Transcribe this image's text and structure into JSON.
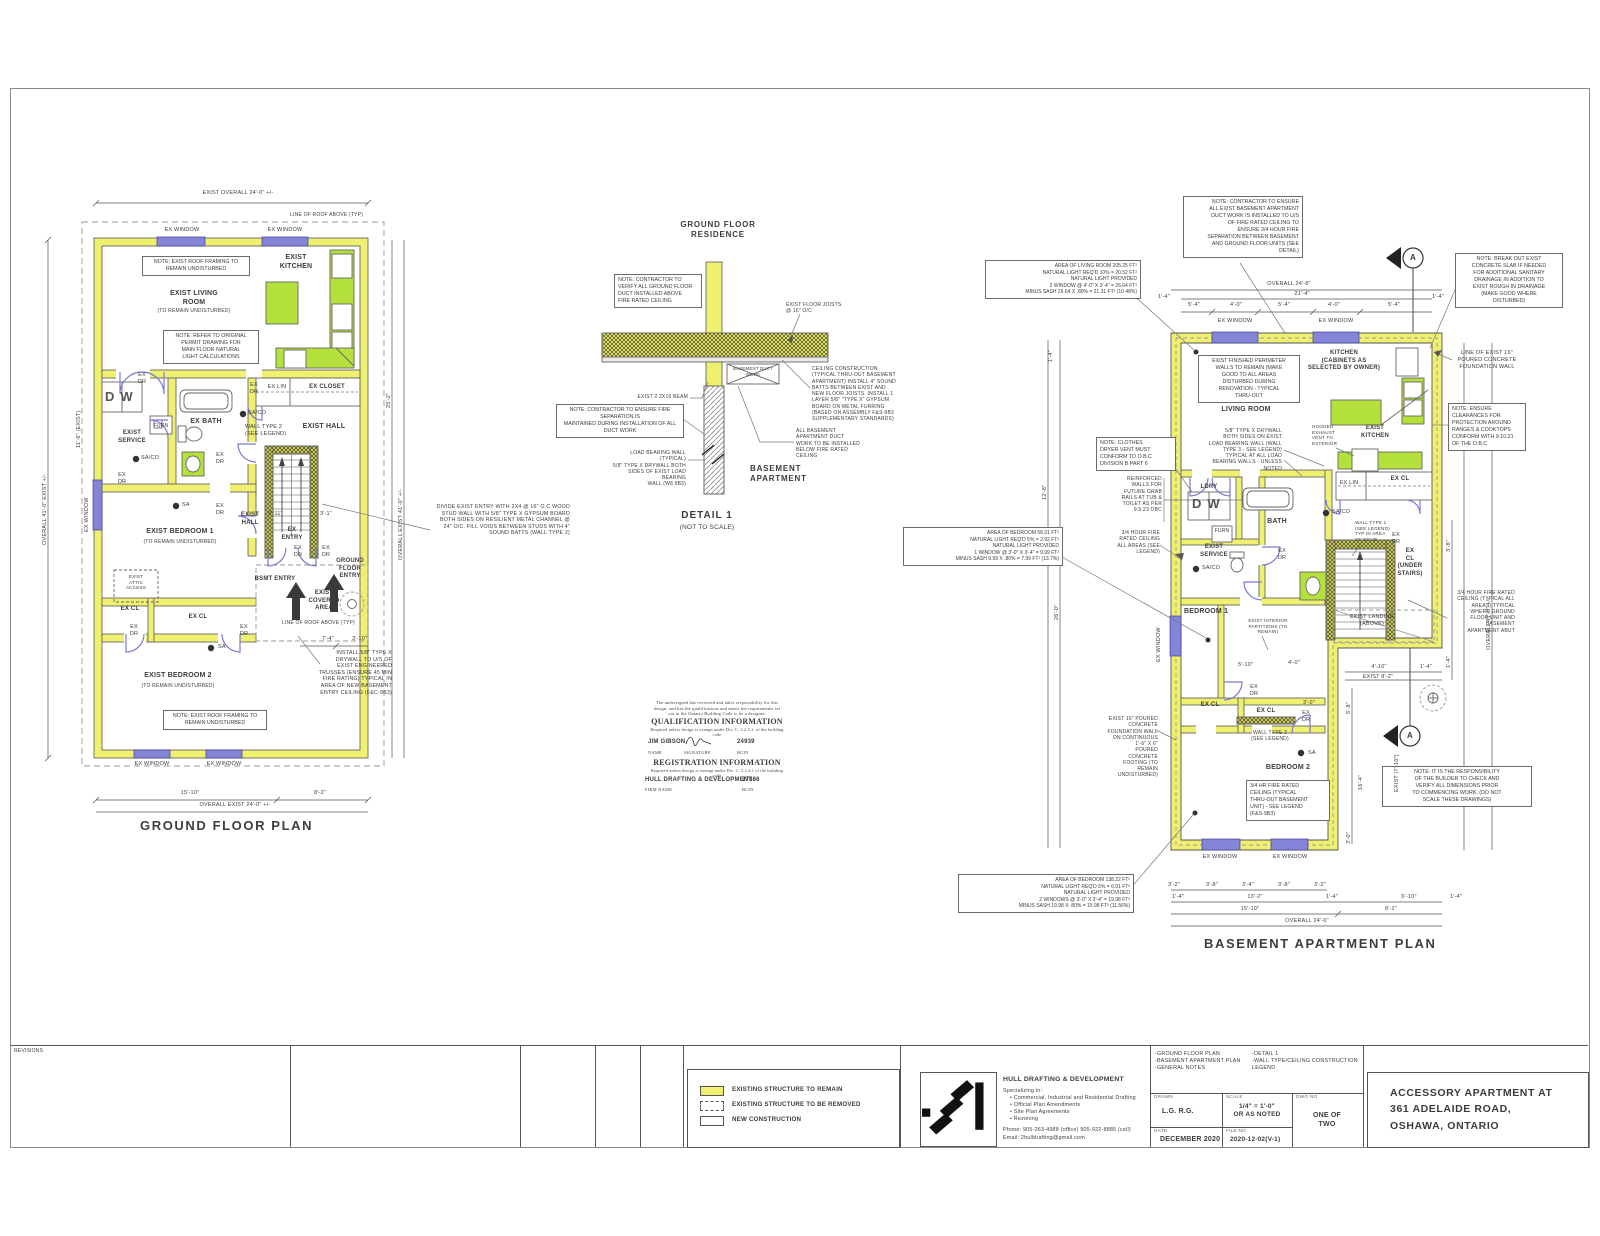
{
  "common": {
    "ex_window": "EX WINDOW",
    "ex_dr": "EX DR",
    "ex_cl": "EX CL",
    "ex_lin": "EX LIN",
    "ex_closet": "EX CLOSET",
    "sa_co": "SA/CO",
    "sa": "SA",
    "dw": "DW",
    "furn": "FURN",
    "section_a": "A"
  },
  "ground_floor": {
    "title": "GROUND FLOOR PLAN",
    "dim_overall_top": "EXIST OVERALL 24'-0\" +/-",
    "roof_line": "LINE OF ROOF ABOVE (TYP)",
    "note_roof_framing": "NOTE: EXIST ROOF FRAMING TO\nREMAIN UNDISTURBED",
    "kitchen": "EXIST\nKITCHEN",
    "living": "EXIST LIVING\nROOM",
    "remain_sub": "(TO REMAIN UNDISTURBED)",
    "note_permit": "NOTE: REFER TO ORIGINAL\nPERMIT DRAWING FOR\nMAIN FLOOR NATURAL\nLIGHT CALCULATIONS",
    "bath": "EX BATH",
    "service": "EXIST\nSERVICE",
    "hall": "EXIST\nHALL",
    "hall_one_line": "EXIST HALL",
    "wall_type2": "WALL TYPE 2\n(SEE LEGEND)",
    "bedroom1": "EXIST BEDROOM 1",
    "bedroom2": "EXIST BEDROOM 2",
    "attic": "EXIST\nATTIC\nACCESS",
    "entry": "EX\nENTRY",
    "bsmt_entry": "BSMT ENTRY",
    "gf_entry": "GROUND\nFLOOR\nENTRY",
    "covered": "EXIST\nCOVERED\nAREA",
    "note_divide": "DIVIDE EXIST ENTRY WITH 2X4 @ 16\" O.C WOOD STUD WALL WITH 5/8\" TYPE X GYPSUM BOARD BOTH SIDES ON RESILIENT METAL CHANNEL @ 24\" O/C. FILL VOIDS BETWEEN STUDS WITH 4\" SOUND BATTS (WALL TYPE 2)",
    "note_trusses": "INSTALL 5/8\" TYPE X DRYWALL TO U/S OF EXIST ENGINEERED TRUSSES (ENSURE 45 MIN FIRE RATING) TYPICAL IN AREA OF NEW BASEMENT ENTRY CEILING (F&C-9B3)",
    "dims": {
      "bottom_left": "15'-10\"",
      "bottom_right": "8'-2\"",
      "bottom_overall": "OVERALL EXIST 24'-0\" +/-",
      "right_height": "25'-2\"",
      "right_overall": "OVERALL EXIST 41'-0\" +/-",
      "left_overall": "OVERALL 41'-0\" EXIST +/-",
      "left_exist": "11'-6\" (EXIST)",
      "stair_a": "3'-11\"",
      "stair_b": "3'-1\"",
      "cov_a": "7'-4\"",
      "cov_b": "3'-10\""
    }
  },
  "detail": {
    "residence": "GROUND FLOOR\nRESIDENCE",
    "note_verify": "NOTE: CONTRACTOR TO\nVERIFY ALL GROUND FLOOR\nDUCT INSTALLED ABOVE\nFIRE RATED CEILING",
    "joists": "EXIST FLOOR JOISTS\n@ 16\" O/C",
    "beam": "EXIST 2 2X10 BEAM",
    "duct_box": "BASEMENT DUCT\nWORK",
    "note_ceiling": "CEILING CONSTRUCTION (TYPICAL THRU-OUT BASEMENT APARTMENT) INSTALL 4\" SOUND BATTS BETWEEN EXIST AND NEW FLOOR JOISTS. INSTALL 1 LAYER 5/8\" \"TYPE X\" GYPSUM BOARD ON METAL FURRING (BASED ON ASSEMBLY F&S-9B3 SUPPLEMENTARY STANDARDS)",
    "note_duct_below": "ALL BASEMENT\nAPARTMENT DUCT\nWORK TO BE INSTALLED\nBELOW FIRE RATED\nCEILING",
    "note_fire_sep": "NOTE: CONTRACTOR TO ENSURE FIRE SEPARATION IS\nMAINTAINED DURING INSTALLATION OF ALL DUCT WORK",
    "note_load_bearing": "LOAD BEARING WALL (TYPICAL)\n5/8\" TYPE X DRYWALL BOTH\nSIDES OF EXIST LOAD BEARING\nWALL (W8 9B3)",
    "basement": "BASEMENT\nAPARTMENT",
    "title": "DETAIL 1",
    "subtitle": "(NOT TO SCALE)"
  },
  "qualification": {
    "preamble": "The undersigned has reviewed and takes responsibility for this design, and has the qualifications and meets the requirements set out in the Ontario Building Code to be a designer.",
    "q_title": "QUALIFICATION INFORMATION",
    "q_sub": "Required unless design is exempt under Div. C, 3.2.5.1. of the building code",
    "name_value": "JIM GIBSON",
    "name_label": "NAME",
    "signature_label": "SIGNATURE",
    "bcin_value": "24939",
    "bcin_label": "BCIN",
    "r_title": "REGISTRATION INFORMATION",
    "r_sub": "Required unless design is exempt under Div. C, 3.2.4.1 of the building code",
    "firm_value": "HULL DRAFTING & DEVELOPMENT",
    "firm_label": "FIRM NAME",
    "firm_bcin_value": "27886"
  },
  "basement": {
    "title": "BASEMENT APARTMENT PLAN",
    "note_duct": "NOTE: CONTRACTOR TO ENSURE\nALL EXIST BASEMENT APARTMENT\nDUCT WORK IS INSTALLED TO U/S\nOF FIRE RATED CEILING TO\nENSURE 3/4 HOUR FIRE\nSEPARATION BETWEEN BASEMENT\nAND GROUND FLOOR UNITS (SEE\nDETAIL)",
    "note_breakout": "NOTE: BREAK OUT EXIST\nCONCRETE SLAB IF NEEDED\nFOR ADDITIONAL SANITARY\nDRAINAGE IN ADDITION TO\nEXIST ROUGH IN DRAINAGE\n(MAKE GOOD WHERE\nDISTURBED)",
    "line_foundation": "LINE OF EXIST 16\"\nPOURED CONCRETE\nFOUNDATION WALL",
    "note_clearances": "NOTE: ENSURE\nCLEARANCES FOR\nPROTECTION AROUND\nRANGES & COOKTOPS\nCONFORM WITH 9.10.21\nOF THE O.B.C",
    "area_living": "AREA OF LIVING ROOM            205.25 FT²\nNATURAL LIGHT REQ'D      10% = 20.52 FT²\nNATURAL LIGHT PROVIDED\n2 WINDOW @ 4'-0\" X 3'-4\"     = 26.64 FT²\nMINUS SASH 26.64 X .80% = 21.31 FT² (10.48%)",
    "note_perimeter": "EXIST FINISHED PERIMETER\nWALLS TO REMAIN (MAKE\nGOOD TO ALL AREAS\nDISTURBED DURING\nRENOVATION - TYPICAL\nTHRU-OUT",
    "kitchen": "KITCHEN\n(CABINETS AS\nSELECTED BY OWNER)",
    "living_room": "LIVING ROOM",
    "note_drywall_lb": "5/8\" TYPE X DRYWALL\nBOTH SIDES ON EXIST\nLOAD BEARING WALL (WALL\nTYPE 3 - SEE LEGEND)\nTYPICAL AT ALL LOAD\nBEARING WALLS - UNLESS\nNOTED",
    "exist_kitchen": "EXIST\nKITCHEN",
    "hood_vent": "HOODED\nEXHAUST\nVENT TO\nEXTERIOR",
    "note_dryer": "NOTE: CLOTHES\nDRYER VENT MUST\nCONFORM TO O.B.C\nDIVISION B PART 6",
    "note_grab": "REINFORCED\nWALLS FOR\nFUTURE GRAB\nRAILS AT TUB &\nTOILET AS PER\n9.5.23 OBC",
    "note_fire_all": "3/4 HOUR FIRE\nRATED CEILING\nALL AREAS (SEE\nLEGEND)",
    "ldry": "LDRY",
    "bath": "BATH",
    "service": "EXIST\nSERVICE",
    "wall_type1": "WALL TYPE 1\n(SEE LEGEND)\nTYP IN AREA\nOF STAIR",
    "ex_cl_under": "EX\nCL\n(UNDER\nSTAIRS)",
    "fire_abut": "3/4 HOUR FIRE RATED\nCEILING (TYPICAL ALL\nAREAS) TYPICAL\nWHERE GROUND\nFLOOR UNIT AND\nBASEMENT\nAPARTMENT ABUT",
    "landing": "EXIST LANDING\n(ABOVE)",
    "bedroom1": "BEDROOM 1",
    "bedroom2": "BEDROOM 2",
    "partitions": "EXIST INTERIOR\nPARTITIONS (TO\nREMAIN)",
    "area_bed1": "AREA OF BEDROOM            58.31 FT²\nNATURAL LIGHT REQ'D      5% = 2.92 FT²\nNATURAL LIGHT PROVIDED\n1 WINDOW @ 3'-0\" X 3'-4\"    = 9.99 FT²\nMINUS SASH 9.99 X .80% = 7.99 FT² (13.7%)",
    "wall_type3": "WALL TYPE 3\n(SEE LEGEND)",
    "note_fire_thru": "3/4 HR FIRE RATED\nCEILING (TYPICAL\nTHRU-OUT BASEMENT\nUNIT) - SEE LEGEND\n(F&S-9B3)",
    "foundation_note": "EXIST 16\" POURED\nCONCRETE\nFOUNDATION WALL\nON CONTINUOUS\n1'-6\" X 6\"\nPOURED\nCONCRETE\nFOOTING (TO\nREMAIN\nUNDISTURBED)",
    "note_responsibility": "NOTE: IT IS THE RESPONSIBILITY\nOF THE BUILDER TO CHECK AND\nVERIFY ALL DIMENSIONS PRIOR\nTO COMMENCING WORK. (DO NOT\nSCALE THESE DRAWINGS)",
    "area_bed2": "AREA OF BEDROOM            138.22 FT²\nNATURAL LIGHT REQ'D      5% = 6.91 FT²\nNATURAL LIGHT PROVIDED\n2 WINDOWS @ 3'-0\" X 3'-4\"  = 19.98 FT²\nMINUS SASH 19.98 X .80% = 15.98 FT² (11.56%)",
    "dims": {
      "overall_top": "OVERALL 24'-8\"",
      "d21": "21'-4\"",
      "seg54": "5'-4\"",
      "seg40": "4'-0\"",
      "d14": "1'-4\"",
      "b32": "3'-2\"",
      "b38": "3'-8\"",
      "b34": "3'-4\"",
      "b132": "13'-2\"",
      "b610": "6'-10\"",
      "b1510": "15'-10\"",
      "b82": "8'-2\"",
      "overall_bottom": "OVERALL 24'-0\"",
      "left128": "12'-8\"",
      "left260": "26'-0\"",
      "right_overall": "OVERALL 41'-0\" +/-",
      "r38": "3'-8\"",
      "bed510": "5'-10\"",
      "bed40": "4'-0\"",
      "d30": "3'-0\"",
      "st410": "4'-10\"",
      "exist82": "EXIST 8'-2\"",
      "st58": "5'-8\"",
      "st164": "16'-4\"",
      "exist710": "EXIST (7'-10\")"
    }
  },
  "legend": {
    "items": [
      {
        "label": "EXISTING STRUCTURE TO REMAIN"
      },
      {
        "label": "EXISTING STRUCTURE TO  BE REMOVED"
      },
      {
        "label": "NEW CONSTRUCTION"
      }
    ]
  },
  "title_block": {
    "revisions": "REVISIONS",
    "firm": "HULL DRAFTING & DEVELOPMENT",
    "specializing": "Specializing in:",
    "specialties": [
      "Commercial, Industrial and Residential Drafting",
      "Official Plan Amendments",
      "Site Plan Agreements",
      "Rezoning"
    ],
    "phone": "Phone:  905-263-4988 (office)      905-922-8885 (cell)",
    "email": "Email:  2hulldrafting@gmail.com",
    "contents_col1": "-GROUND FLOOR PLAN\n-BASEMENT APARTMENT PLAN\n-GENERAL NOTES",
    "contents_col2": "-DETAIL 1\n-WALL TYPE/CEILING CONSTRUCTION LEGEND",
    "drawn_label": "DRAWN",
    "drawn_value": "L.G.      R.G.",
    "scale_label": "SCALE",
    "scale_value": "1/4\" = 1'-0\"\nOR AS NOTED",
    "dwg_label": "DWG NO",
    "dwg_value": "ONE OF\nTWO",
    "date_label": "DATE",
    "date_value": "DECEMBER 2020",
    "file_label": "FILE NO",
    "file_value": "2020-12-02(V-1)",
    "project": "ACCESSORY APARTMENT AT\n361 ADELAIDE ROAD,\nOSHAWA, ONTARIO"
  }
}
